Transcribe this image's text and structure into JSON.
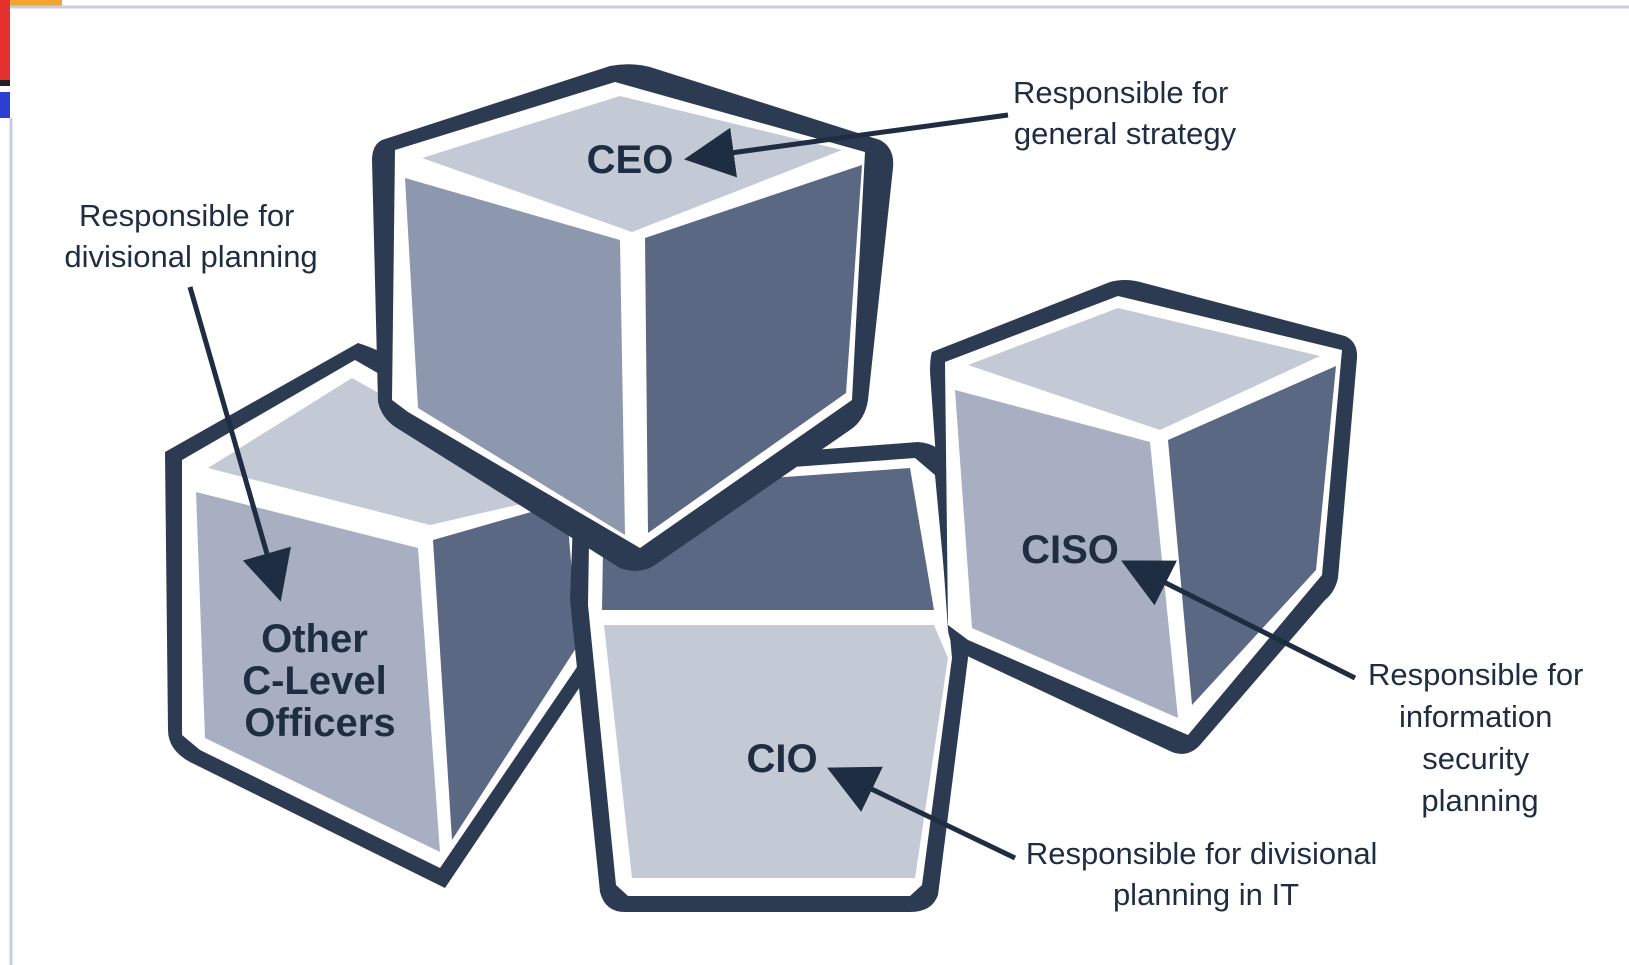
{
  "colors": {
    "outline": "#2c3b52",
    "inner_rim": "#ffffff",
    "top_face": "#c4c9d6",
    "left_face": "#8d97ad",
    "right_face": "#5b6883",
    "light_face": "#a9afc2",
    "text": "#1f2d42",
    "frame_line": "#c9cde0",
    "corner_red": "#e53030",
    "corner_orange": "#f2a531",
    "corner_blue": "#2b3fd0"
  },
  "cubes": {
    "ceo": {
      "label": "CEO"
    },
    "other": {
      "label_lines": [
        "Other",
        "C-Level",
        "Officers"
      ]
    },
    "cio": {
      "label": "CIO"
    },
    "ciso": {
      "label": "CISO"
    }
  },
  "annotations": {
    "ceo": {
      "lines": [
        "Responsible for",
        "general strategy"
      ]
    },
    "other": {
      "lines": [
        "Responsible for",
        "divisional planning"
      ]
    },
    "cio": {
      "lines": [
        "Responsible for divisional",
        "planning in IT"
      ]
    },
    "ciso": {
      "lines": [
        "Responsible for",
        "information",
        "security",
        "planning"
      ]
    }
  }
}
